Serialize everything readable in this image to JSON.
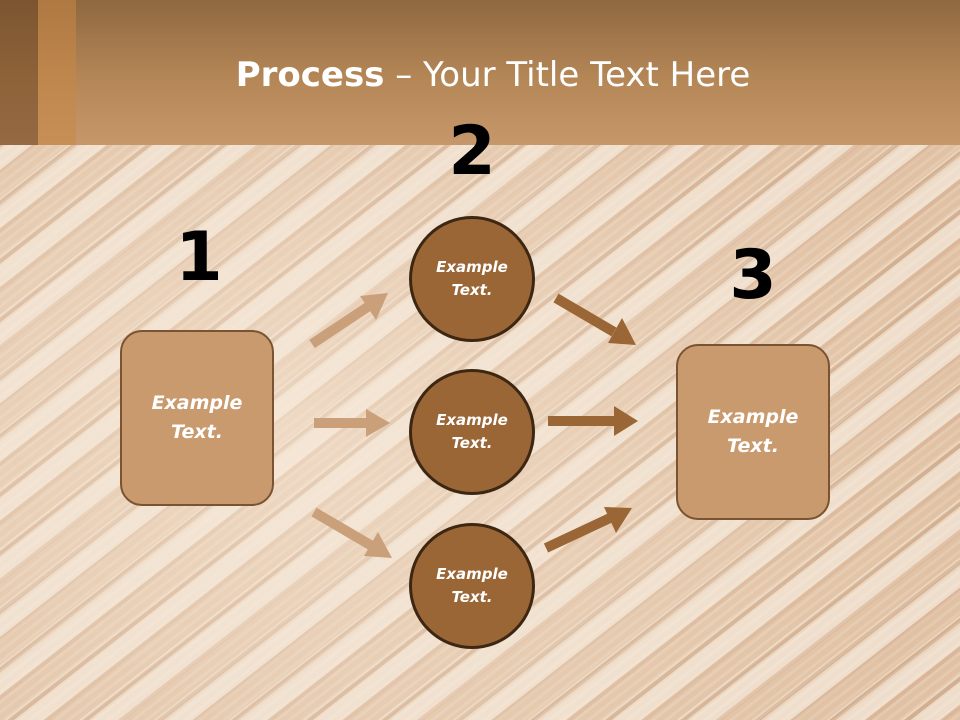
{
  "title": {
    "bold": "Process",
    "rest": " – Your Title Text Here"
  },
  "steps": [
    {
      "number": "1",
      "label_line1": "Example",
      "label_line2": "Text."
    },
    {
      "number": "2",
      "circles": [
        {
          "line1": "Example",
          "line2": "Text."
        },
        {
          "line1": "Example",
          "line2": "Text."
        },
        {
          "line1": "Example",
          "line2": "Text."
        }
      ]
    },
    {
      "number": "3",
      "label_line1": "Example",
      "label_line2": "Text."
    }
  ],
  "colors": {
    "header": "#b58757",
    "box_fill": "#c89a6e",
    "circle_fill": "#9a6636",
    "arrow_light": "#c9a07a",
    "arrow_dark": "#9a6636"
  }
}
